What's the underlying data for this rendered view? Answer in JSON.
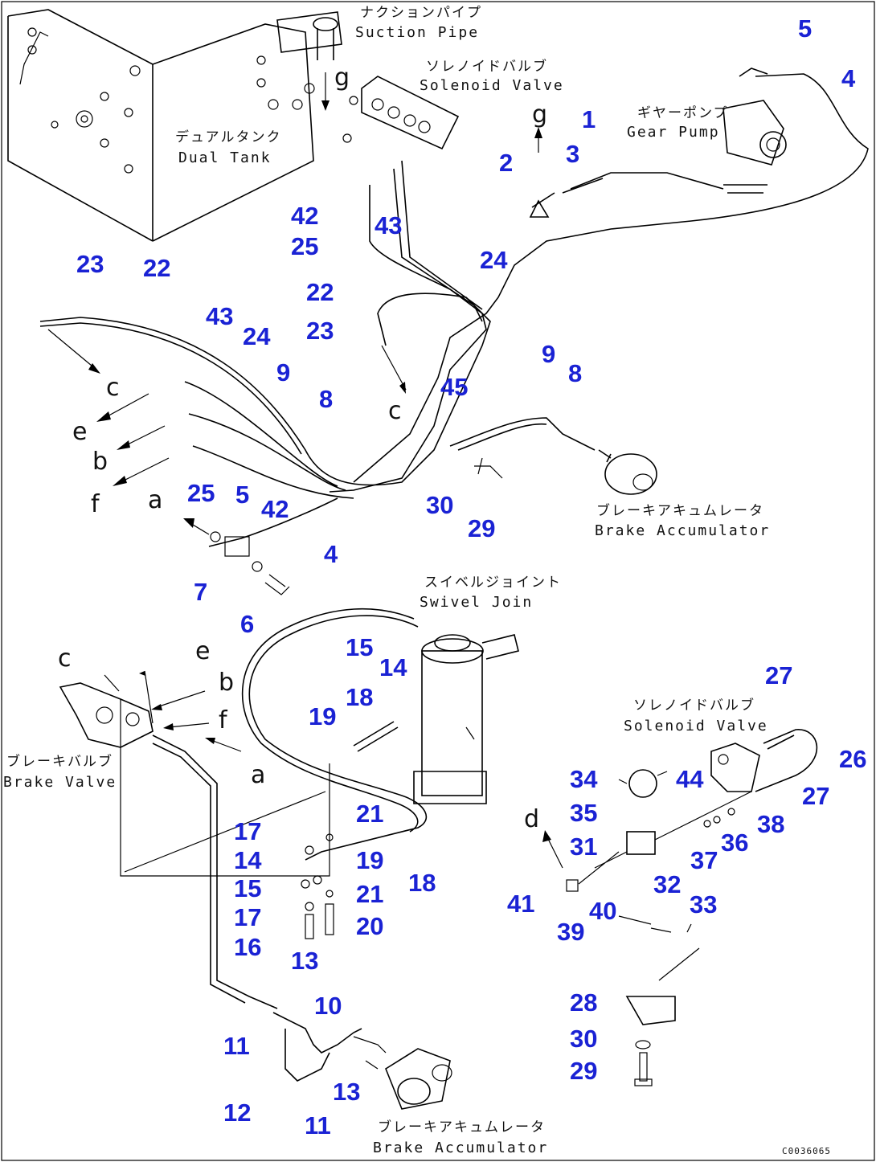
{
  "components": {
    "suction_pipe": {
      "jp": "ナクションパイプ",
      "en": "Suction Pipe"
    },
    "solenoid_valve_top": {
      "jp": "ソレノイドバルブ",
      "en": "Solenoid Valve"
    },
    "gear_pump": {
      "jp": "ギヤーポンプ",
      "en": "Gear Pump"
    },
    "dual_tank": {
      "jp": "デュアルタンク",
      "en": "Dual Tank"
    },
    "brake_accumulator_right": {
      "jp": "ブレーキアキュムレータ",
      "en": "Brake Accumulator"
    },
    "swivel_joint": {
      "jp": "スイベルジョイント",
      "en": "Swivel Join"
    },
    "brake_valve": {
      "jp": "ブレーキバルブ",
      "en": "Brake Valve"
    },
    "solenoid_valve_right": {
      "jp": "ソレノイドバルブ",
      "en": "Solenoid Valve"
    },
    "brake_accumulator_bottom": {
      "jp": "ブレーキアキュムレータ",
      "en": "Brake Accumulator"
    }
  },
  "connection_letters": {
    "g_top": "g",
    "c_mid": "c",
    "d_right": "d",
    "c_left": "c",
    "e_left": "e",
    "b_left": "b",
    "f_left": "f",
    "a_left": "a",
    "c_bv": "c",
    "e_bv": "e",
    "b_bv": "b",
    "f_bv": "f",
    "a_bv": "a",
    "g_arrow": "g"
  },
  "part_numbers": {
    "n1": "1",
    "n2": "2",
    "n3": "3",
    "n4a": "4",
    "n5a": "5",
    "n42a": "42",
    "n43a": "43",
    "n25a": "25",
    "n24a": "24",
    "n23a": "23",
    "n22a": "22",
    "n22b": "22",
    "n23b": "23",
    "n43b": "43",
    "n24b": "24",
    "n9a": "9",
    "n8a": "8",
    "n45": "45",
    "n9b": "9",
    "n8b": "8",
    "n25b": "25",
    "n5b": "5",
    "n42b": "42",
    "n30a": "30",
    "n29a": "29",
    "n4b": "4",
    "n7": "7",
    "n6": "6",
    "n15a": "15",
    "n14a": "14",
    "n18a": "18",
    "n19a": "19",
    "n17a": "17",
    "n21a": "21",
    "n14b": "14",
    "n19b": "19",
    "n18b": "18",
    "n15b": "15",
    "n21b": "21",
    "n17b": "17",
    "n20": "20",
    "n16": "16",
    "n13a": "13",
    "n10": "10",
    "n11a": "11",
    "n12": "12",
    "n13b": "13",
    "n11b": "11",
    "n27a": "27",
    "n26": "26",
    "n34": "34",
    "n44": "44",
    "n27b": "27",
    "n35": "35",
    "n38": "38",
    "n31": "31",
    "n36": "36",
    "n37": "37",
    "n41": "41",
    "n40": "40",
    "n39": "39",
    "n32": "32",
    "n33": "33",
    "n28": "28",
    "n30b": "30",
    "n29b": "29"
  },
  "drawing_code": "C0036065"
}
